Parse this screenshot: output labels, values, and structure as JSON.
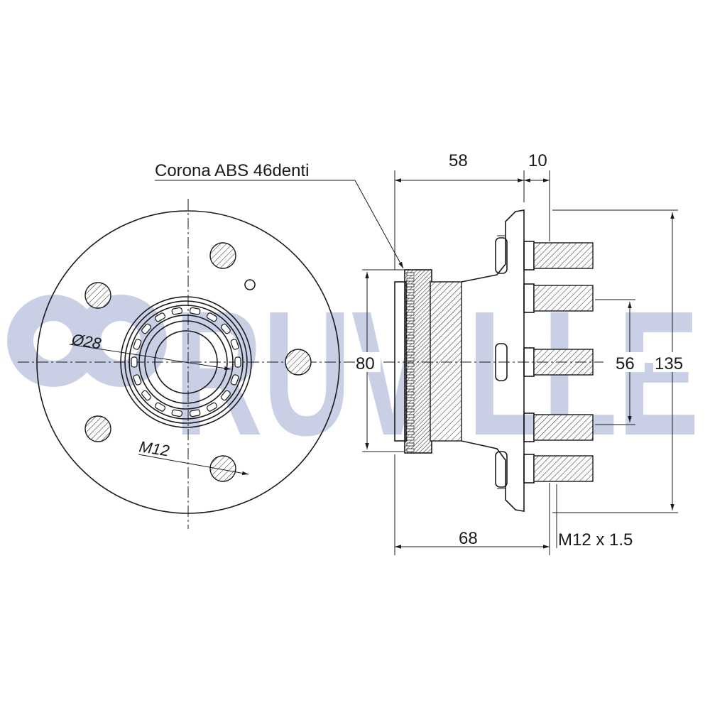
{
  "labels": {
    "abs_ring": "Corona ABS 46denti",
    "bore_diameter": "Ø28",
    "stud_thread": "M12",
    "thread_spec": "M12 x 1.5"
  },
  "dimensions": {
    "hub_length": "58",
    "flange_thickness": "10",
    "overall_length": "68",
    "abs_ring_diameter": "80",
    "pilot_diameter": "56",
    "flange_diameter": "135"
  },
  "watermark": {
    "text": "RUVILLE",
    "color": "#c9d0e6"
  }
}
